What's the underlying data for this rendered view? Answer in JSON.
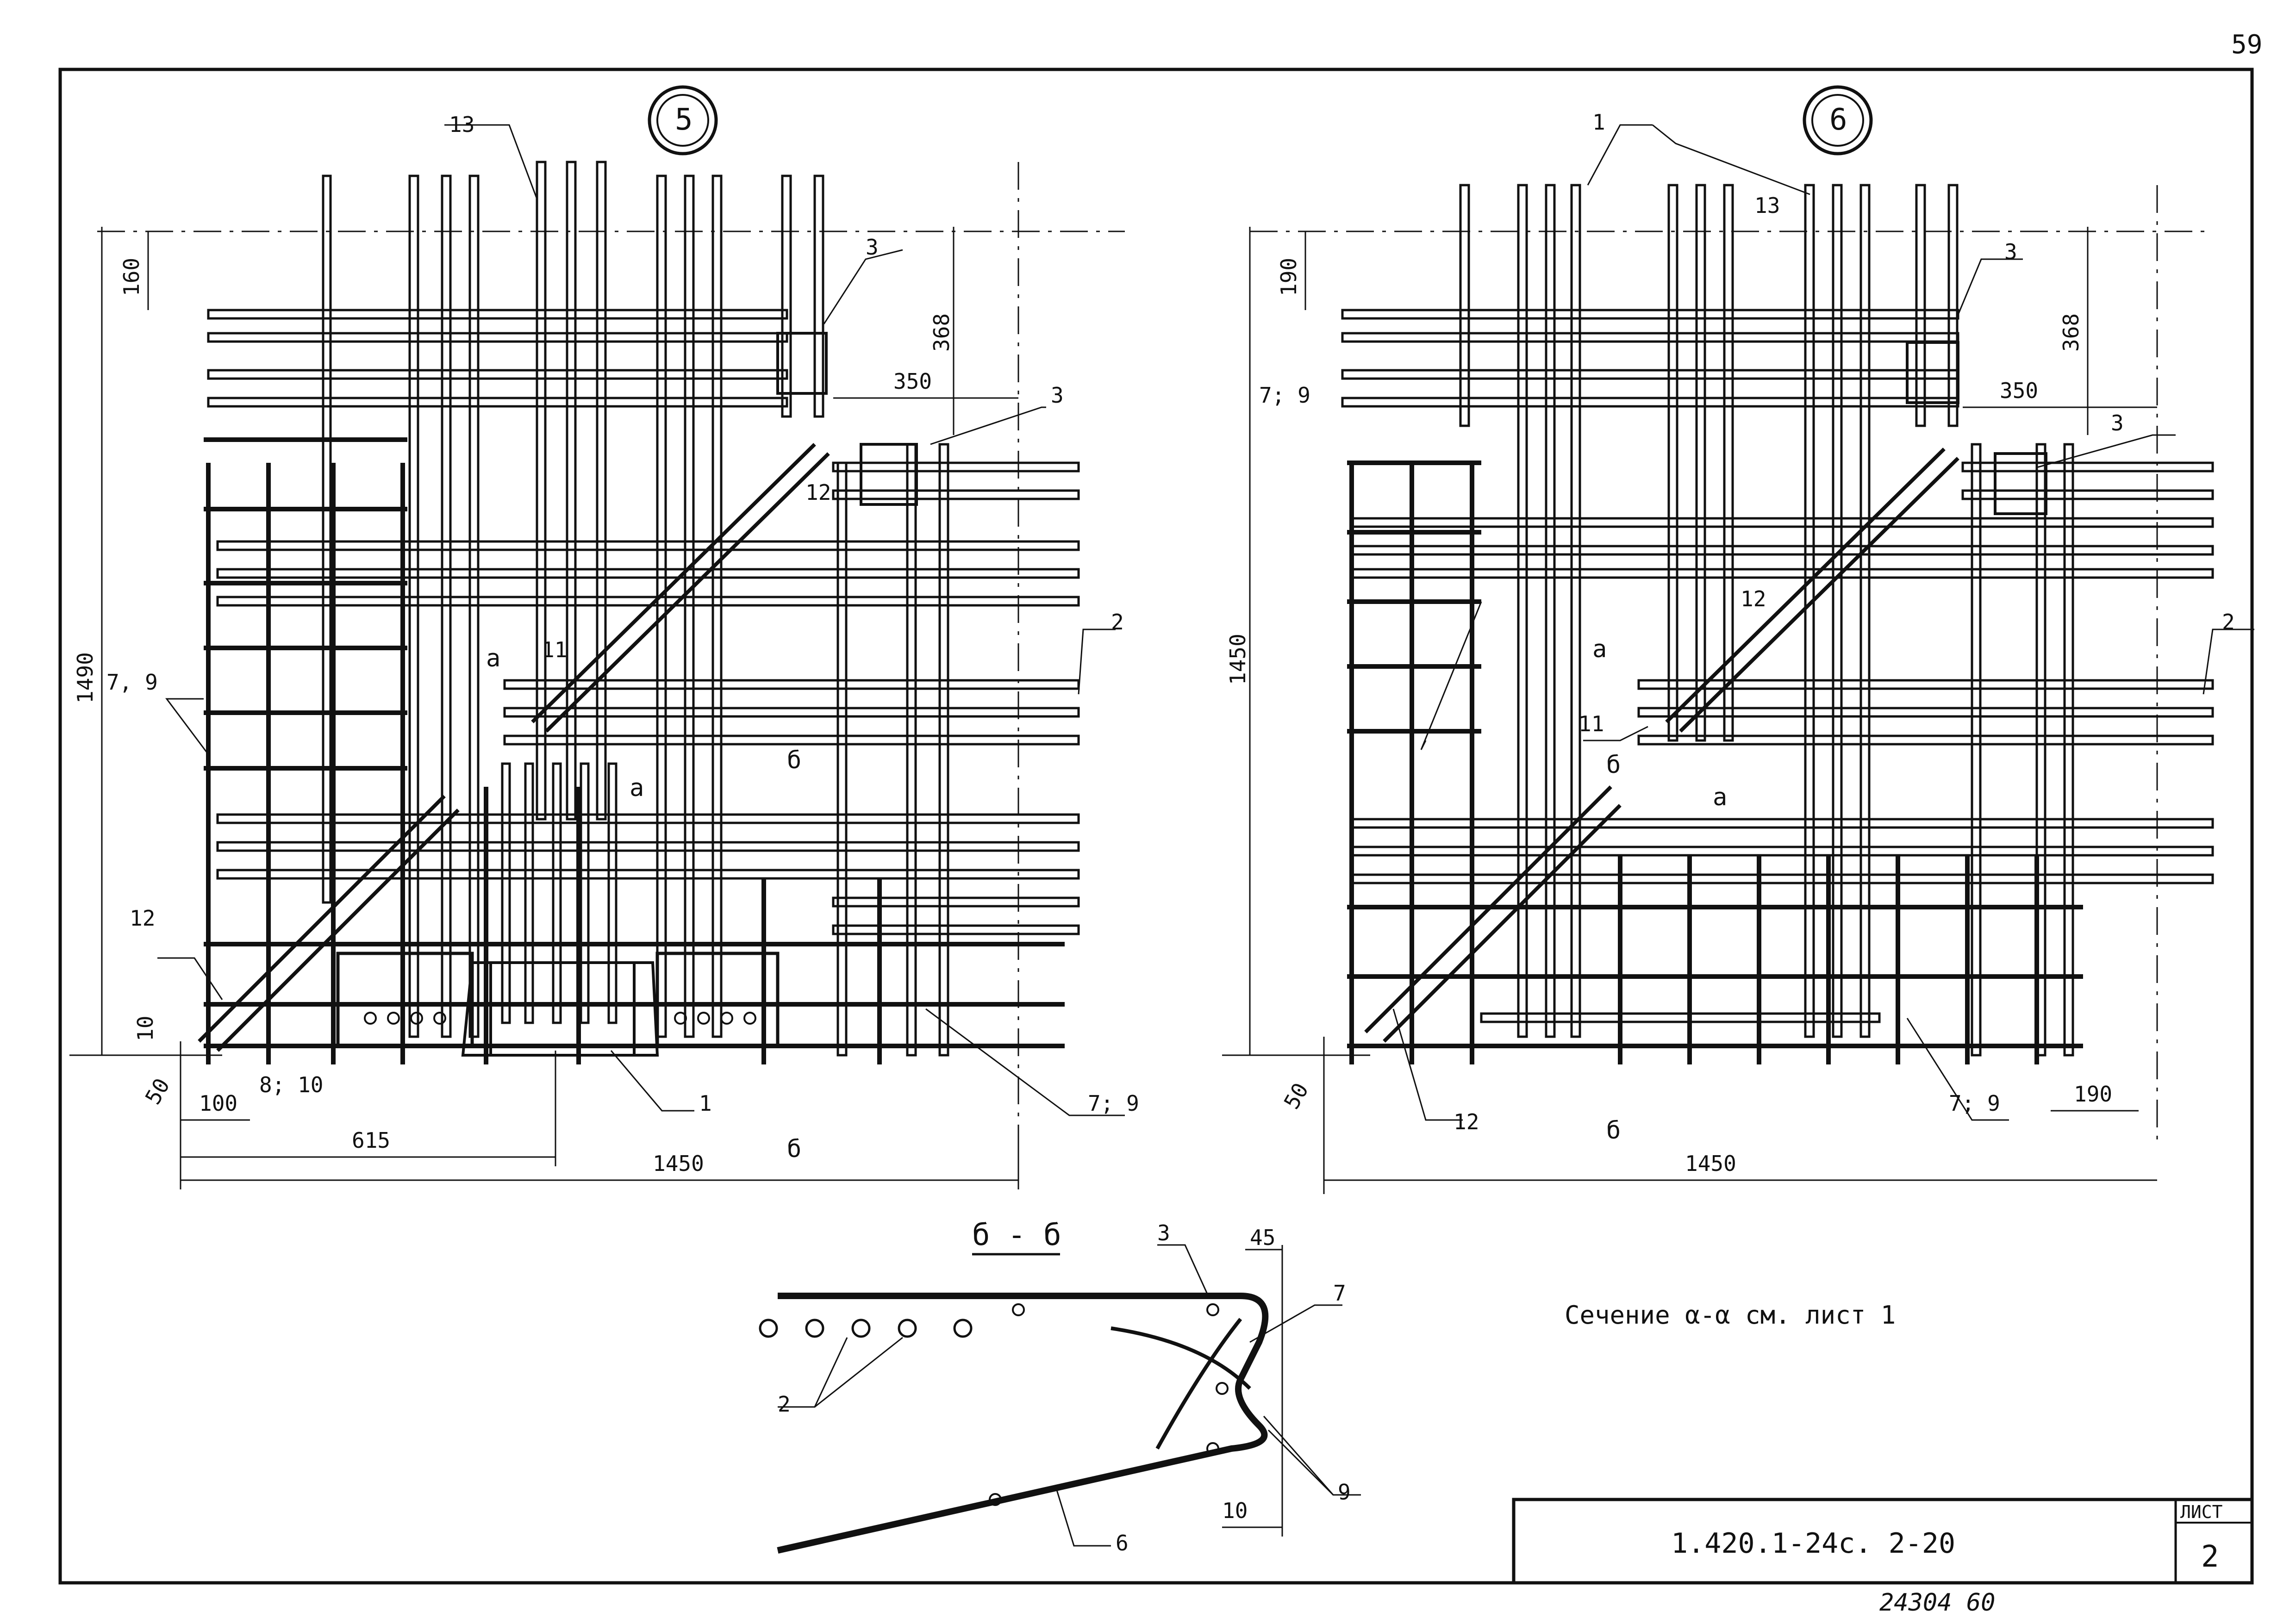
{
  "sheet": {
    "page_number": "59",
    "designation": "1.420.1-24с. 2-20",
    "list_label": "ЛИСТ",
    "list_number": "2",
    "inventory": "24304 60",
    "note": "Сечение α-α см. лист 1"
  },
  "views": {
    "left": {
      "number": "5",
      "dims": [
        "160",
        "368",
        "350",
        "1490",
        "10",
        "50",
        "100",
        "615",
        "1450"
      ],
      "pos": [
        "13",
        "3",
        "3",
        "12",
        "11",
        "2",
        "7, 9",
        "12",
        "8; 10",
        "1",
        "7; 9"
      ],
      "cuts": [
        "а",
        "а",
        "б",
        "б"
      ]
    },
    "right": {
      "number": "6",
      "dims": [
        "190",
        "368",
        "350",
        "1450",
        "50",
        "190",
        "1450"
      ],
      "pos": [
        "1",
        "13",
        "3",
        "7; 9",
        "3",
        "12",
        "2",
        "11",
        "12",
        "7; 9"
      ],
      "cuts": [
        "а",
        "а",
        "б",
        "б"
      ]
    }
  },
  "section": {
    "title": "б - б",
    "dims": [
      "45",
      "10"
    ],
    "pos": [
      "3",
      "7",
      "2",
      "9",
      "6"
    ]
  },
  "colors": {
    "ink": "#111111",
    "paper": "#ffffff"
  }
}
